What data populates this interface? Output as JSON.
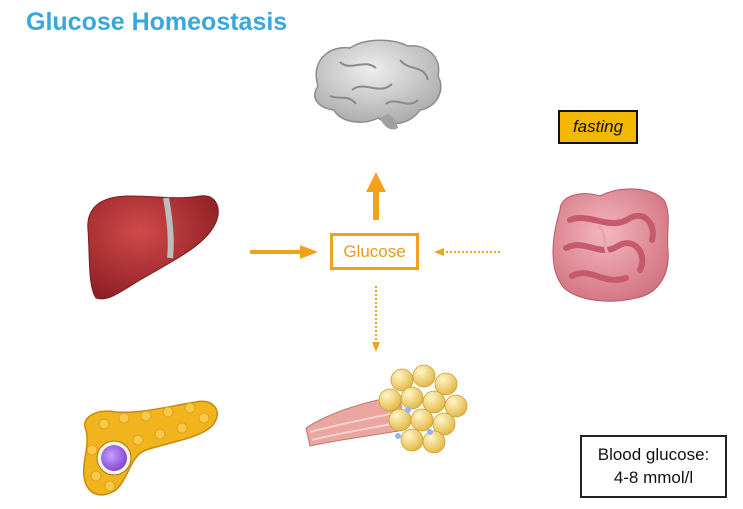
{
  "title": "Glucose Homeostasis",
  "state_badge": "fasting",
  "center_label": "Glucose",
  "info_box": {
    "line1": "Blood glucose:",
    "line2": "4-8 mmol/l"
  },
  "colors": {
    "title": "#3aa7dc",
    "arrow": "#f0a21c",
    "badge": "#f5b800"
  },
  "organs": [
    "brain",
    "liver",
    "intestine",
    "pancreas",
    "muscle-and-fat"
  ]
}
